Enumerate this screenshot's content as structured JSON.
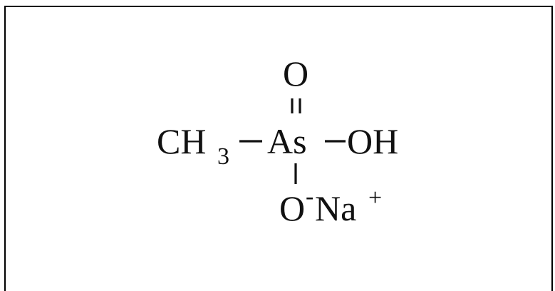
{
  "molecule": {
    "methyl": {
      "main": "CH",
      "subscript": "3"
    },
    "arsenic": "As",
    "oxo_oxygen": "O",
    "hydroxyl": "OH",
    "oxide": {
      "atom": "O",
      "charge": "-"
    },
    "sodium": {
      "atom": "Na",
      "charge": "+"
    }
  }
}
